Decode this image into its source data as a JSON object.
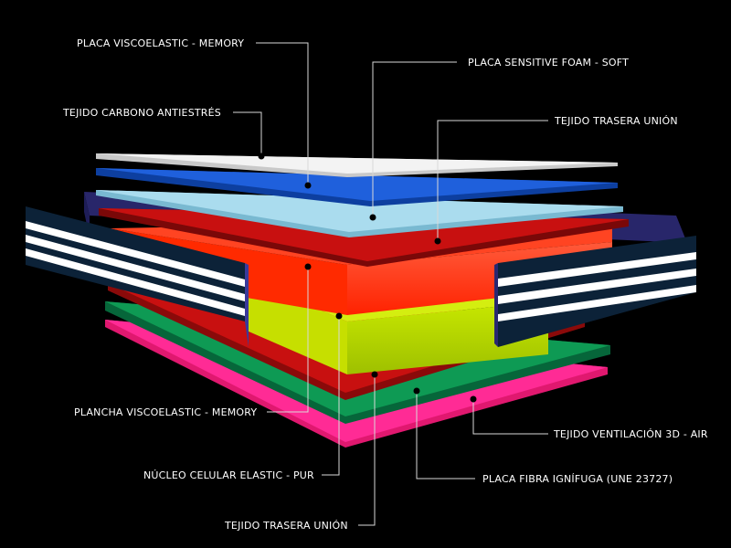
{
  "labels": {
    "placa_visco_memory": "PLACA VISCOELASTIC - MEMORY",
    "placa_sensitive_foam": "PLACA SENSITIVE FOAM - SOFT",
    "tejido_carbono": "TEJIDO CARBONO ANTIESTRÉS",
    "tejido_trasera_union_top": "TEJIDO TRASERA UNIÓN",
    "plancha_visco_memory": "PLANCHA VISCOELASTIC - MEMORY",
    "tejido_ventilacion": "TEJIDO VENTILACIÓN 3D - AIR",
    "nucleo_celular": "NÚCLEO CELULAR ELASTIC - PUR",
    "placa_fibra": "PLACA FIBRA IGNÍFUGA (UNE 23727)",
    "tejido_trasera_union_bottom": "TEJIDO TRASERA UNIÓN"
  },
  "colors": {
    "background": "#000000",
    "white_layer": "#f2f2f2",
    "blue_layer": "#1f5fd8",
    "light_blue_layer": "#a9d8ea",
    "red_layer": "#cc1010",
    "orange_red_foam": "#ff2a00",
    "yellow_green_core": "#b4d400",
    "green_layer": "#0b8a4a",
    "pink_layer": "#ff1f8c",
    "navy_side_panel": "#0c2238",
    "purple_frame": "#2a2870"
  }
}
